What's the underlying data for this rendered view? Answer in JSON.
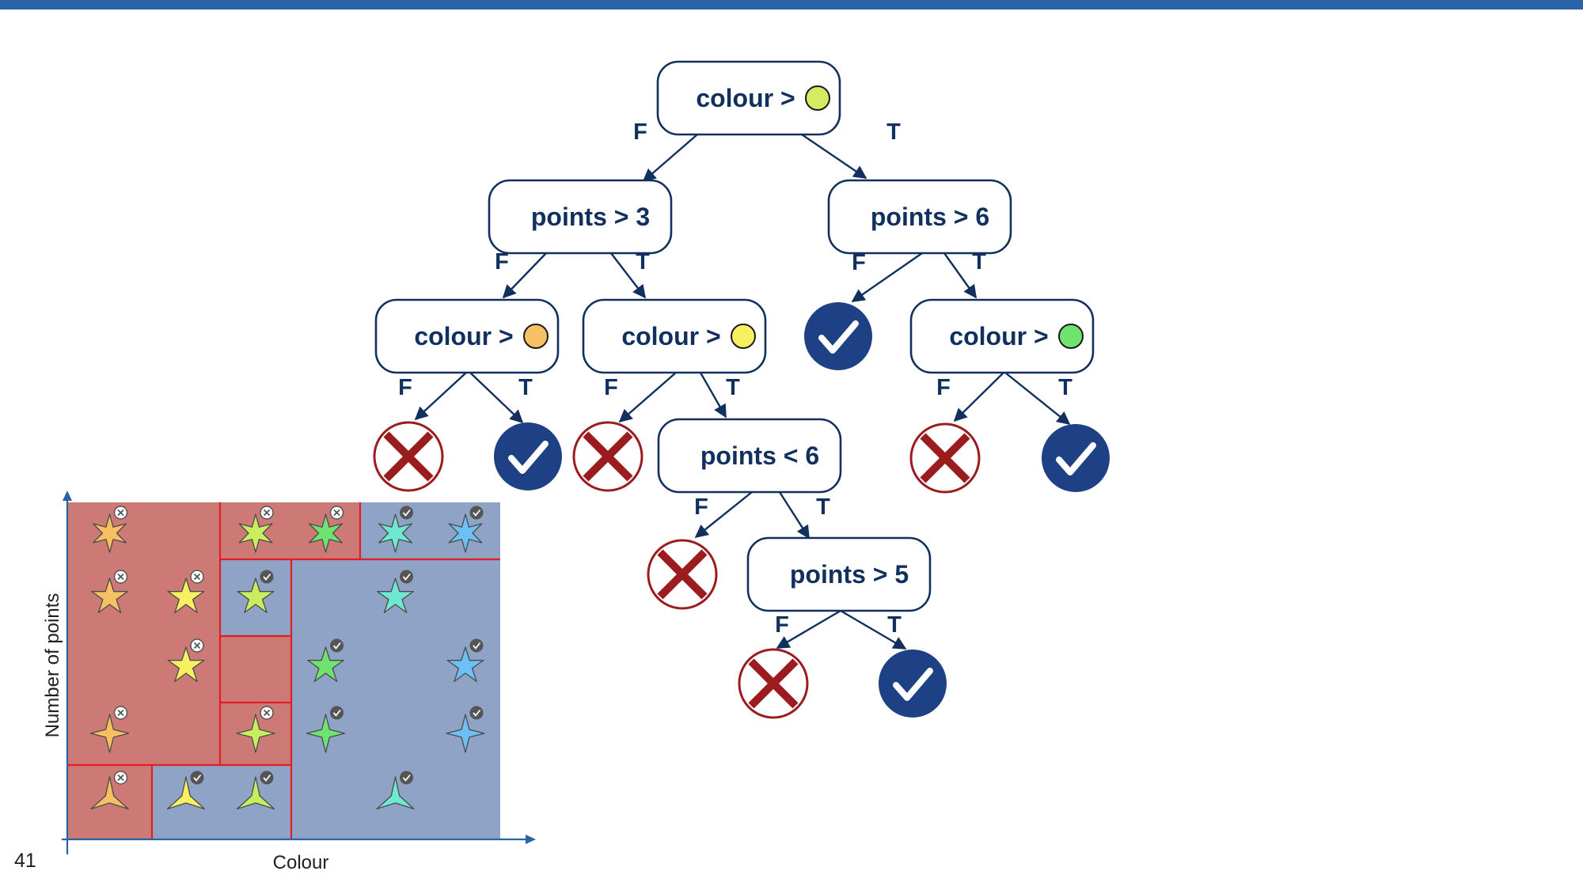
{
  "slide": {
    "number": "41"
  },
  "colors": {
    "bar": "#2a64a8",
    "node_text": "#12305e",
    "node_stroke": "#12305e",
    "yes": "#1d4184",
    "no": "#9b1c1f",
    "arrow": "#12305e",
    "region_no": "#cd7a77",
    "region_yes": "#8ea3c6",
    "split_line": "#e01e24",
    "axis": "#2a64a8"
  },
  "tree": {
    "nodes": [
      {
        "id": "n1",
        "label": "colour >",
        "swatch": "#d6ea62"
      },
      {
        "id": "n2",
        "label": "points > 3"
      },
      {
        "id": "n3",
        "label": "points > 6"
      },
      {
        "id": "n4",
        "label": "colour >",
        "swatch": "#f7c063"
      },
      {
        "id": "n5",
        "label": "colour >",
        "swatch": "#f7f060"
      },
      {
        "id": "n6",
        "label": "colour >",
        "swatch": "#6fe36f"
      },
      {
        "id": "n7",
        "label": "points < 6"
      },
      {
        "id": "n8",
        "label": "points > 5"
      }
    ],
    "leaves": [
      {
        "id": "l1",
        "result": "yes"
      },
      {
        "id": "l2",
        "result": "no"
      },
      {
        "id": "l3",
        "result": "yes"
      },
      {
        "id": "l4",
        "result": "no"
      },
      {
        "id": "l5",
        "result": "no"
      },
      {
        "id": "l6",
        "result": "yes"
      },
      {
        "id": "l7",
        "result": "no"
      },
      {
        "id": "l8",
        "result": "no"
      },
      {
        "id": "l9",
        "result": "yes"
      }
    ],
    "edges": [
      {
        "from": "n1",
        "to": "n2",
        "label": "F"
      },
      {
        "from": "n1",
        "to": "n3",
        "label": "T"
      },
      {
        "from": "n2",
        "to": "n4",
        "label": "F"
      },
      {
        "from": "n2",
        "to": "n5",
        "label": "T"
      },
      {
        "from": "n3",
        "to": "l1",
        "label": "F"
      },
      {
        "from": "n3",
        "to": "n6",
        "label": "T"
      },
      {
        "from": "n4",
        "to": "l2",
        "label": "F"
      },
      {
        "from": "n4",
        "to": "l3",
        "label": "T"
      },
      {
        "from": "n5",
        "to": "l4",
        "label": "F"
      },
      {
        "from": "n5",
        "to": "n7",
        "label": "T"
      },
      {
        "from": "n6",
        "to": "l5",
        "label": "F"
      },
      {
        "from": "n6",
        "to": "l6",
        "label": "T"
      },
      {
        "from": "n7",
        "to": "l7",
        "label": "F"
      },
      {
        "from": "n7",
        "to": "n8",
        "label": "T"
      },
      {
        "from": "n8",
        "to": "l8",
        "label": "F"
      },
      {
        "from": "n8",
        "to": "l9",
        "label": "T"
      }
    ]
  },
  "plot": {
    "xlabel": "Colour",
    "ylabel": "Number of points",
    "columns": [
      "#f7c063",
      "#f7f060",
      "#c8ee5e",
      "#6fe36f",
      "#6fe8d2",
      "#6ec0f4"
    ],
    "regions": [
      {
        "col0": 0,
        "col1": 2,
        "row0": 1,
        "row1": 5,
        "class": "no"
      },
      {
        "col0": 0,
        "col1": 1,
        "row0": 0,
        "row1": 1,
        "class": "no"
      },
      {
        "col0": 1,
        "col1": 3,
        "row0": 0,
        "row1": 1,
        "class": "yes"
      },
      {
        "col0": 2,
        "col1": 3,
        "row0": 4,
        "row1": 5,
        "class": "no"
      },
      {
        "col0": 2,
        "col1": 3,
        "row0": 3,
        "row1": 4,
        "class": "yes"
      },
      {
        "col0": 2,
        "col1": 3,
        "row0": 1,
        "row1": 3,
        "class": "no"
      },
      {
        "col0": 3,
        "col1": 4,
        "row0": 4,
        "row1": 5,
        "class": "no"
      },
      {
        "col0": 4,
        "col1": 6,
        "row0": 4,
        "row1": 5,
        "class": "yes"
      },
      {
        "col0": 3,
        "col1": 6,
        "row0": 0,
        "row1": 4,
        "class": "yes"
      }
    ],
    "points": [
      {
        "col": 0,
        "row": 4,
        "shape": 6,
        "label": "no"
      },
      {
        "col": 2,
        "row": 4,
        "shape": 6,
        "label": "no"
      },
      {
        "col": 3,
        "row": 4,
        "shape": 6,
        "label": "no"
      },
      {
        "col": 4,
        "row": 4,
        "shape": 6,
        "label": "yes"
      },
      {
        "col": 5,
        "row": 4,
        "shape": 6,
        "label": "yes"
      },
      {
        "col": 0,
        "row": 3,
        "shape": 5,
        "label": "no"
      },
      {
        "col": 1,
        "row": 3,
        "shape": 5,
        "label": "no"
      },
      {
        "col": 2,
        "row": 3,
        "shape": 5,
        "label": "yes"
      },
      {
        "col": 4,
        "row": 3,
        "shape": 5,
        "label": "yes"
      },
      {
        "col": 1,
        "row": 2,
        "shape": 5,
        "label": "no"
      },
      {
        "col": 3,
        "row": 2,
        "shape": 5,
        "label": "yes"
      },
      {
        "col": 5,
        "row": 2,
        "shape": 5,
        "label": "yes"
      },
      {
        "col": 0,
        "row": 1,
        "shape": 4,
        "label": "no"
      },
      {
        "col": 2,
        "row": 1,
        "shape": 4,
        "label": "no"
      },
      {
        "col": 3,
        "row": 1,
        "shape": 4,
        "label": "yes"
      },
      {
        "col": 5,
        "row": 1,
        "shape": 4,
        "label": "yes"
      },
      {
        "col": 0,
        "row": 0,
        "shape": 3,
        "label": "no"
      },
      {
        "col": 1,
        "row": 0,
        "shape": 3,
        "label": "yes"
      },
      {
        "col": 2,
        "row": 0,
        "shape": 3,
        "label": "yes"
      },
      {
        "col": 4,
        "row": 0,
        "shape": 3,
        "label": "yes"
      }
    ]
  }
}
